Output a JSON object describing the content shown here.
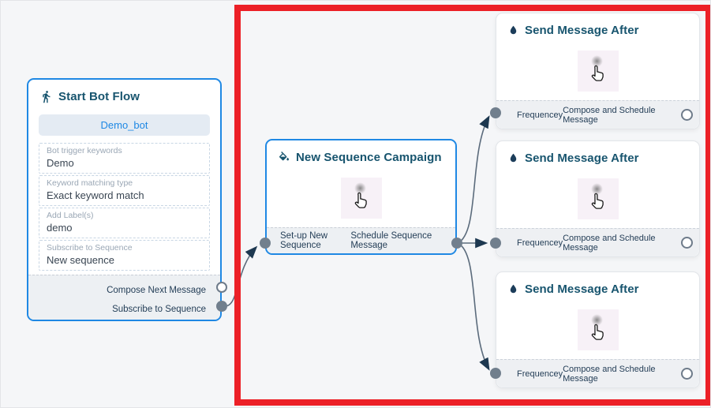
{
  "canvas": {
    "background": "#f5f6f8"
  },
  "highlight": {
    "color": "#ec2027"
  },
  "colors": {
    "accent_blue": "#1f88e4",
    "title_navy": "#17546e",
    "edge_gray": "#5b6b7c",
    "handle_gray": "#717f8d"
  },
  "nodes": {
    "start": {
      "title": "Start Bot Flow",
      "icon": "walking-person-icon",
      "bot_button_label": "Demo_bot",
      "fields": [
        {
          "label": "Bot trigger keywords",
          "value": "Demo"
        },
        {
          "label": "Keyword matching type",
          "value": "Exact keyword match"
        },
        {
          "label": "Add Label(s)",
          "value": "demo"
        },
        {
          "label": "Subscribe to Sequence",
          "value": "New sequence"
        }
      ],
      "outputs": [
        {
          "label": "Compose Next Message"
        },
        {
          "label": "Subscribe to Sequence"
        }
      ]
    },
    "sequence": {
      "title": "New Sequence Campaign",
      "icon": "paint-bucket-icon",
      "footer_left": "Set-up New Sequence",
      "footer_right": "Schedule Sequence Message"
    },
    "send": {
      "title": "Send Message After",
      "icon": "water-drop-icon",
      "footer_left": "Frequencey",
      "footer_right": "Compose and Schedule Message"
    }
  }
}
